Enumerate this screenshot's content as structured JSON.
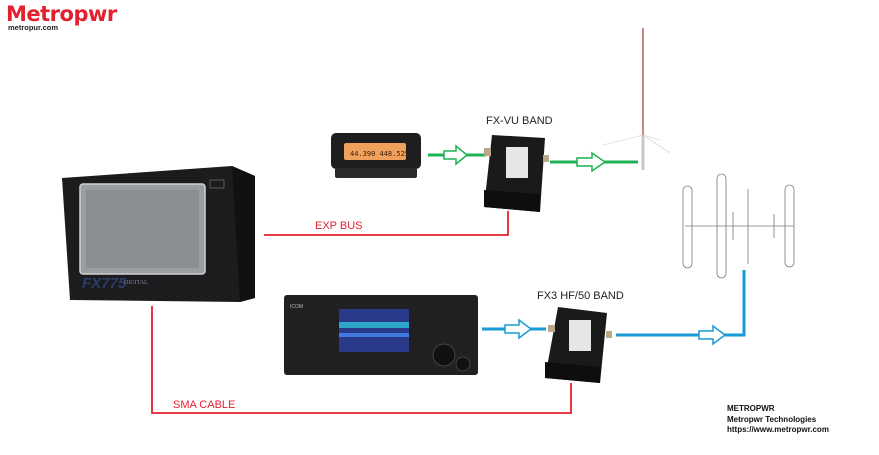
{
  "logo": {
    "brand": "Metropwr",
    "site": "metropur.com"
  },
  "devices": {
    "amplifier": {
      "model": "FX775",
      "sub": "DIGITAL"
    },
    "vu_radio": {
      "display": "44.390 448.525"
    },
    "hf_radio": {
      "brand": "ICOM"
    }
  },
  "labels": {
    "fx_vu": "FX-VU BAND",
    "fx3": "FX3 HF/50 BAND",
    "exp_bus": "EXP BUS",
    "sma_cable": "SMA CABLE"
  },
  "footer": {
    "line1": "METROPWR",
    "line2": "Metropwr Technologies",
    "line3": "https://www.metropwr.com"
  },
  "colors": {
    "brand_red": "#e3202e",
    "vu_line": "#1db254",
    "hf_line": "#1a9ad6",
    "control_line": "#e3202e"
  }
}
